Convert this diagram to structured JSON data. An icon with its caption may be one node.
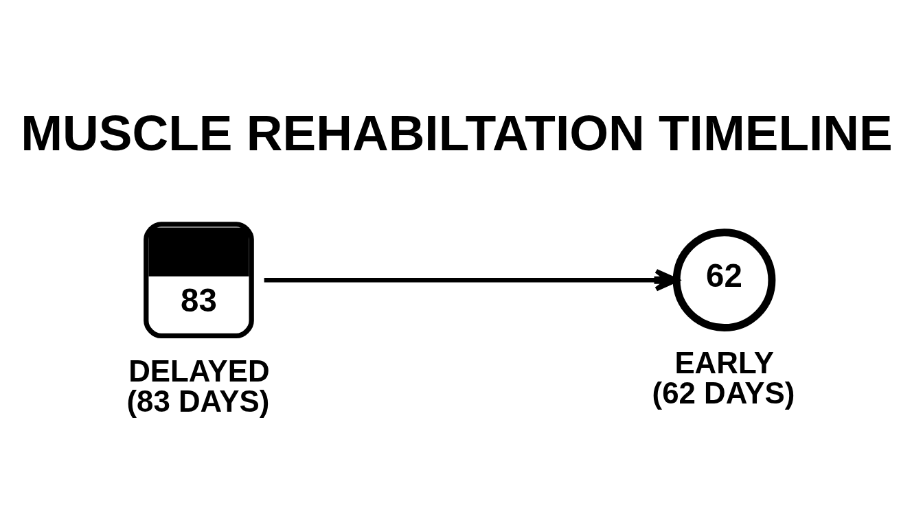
{
  "diagram": {
    "title": "MUSCLE REHABILTATION TIMELINE",
    "nodes": [
      {
        "text": [
          "83"
        ],
        "beside": [
          "DELAYED (83 DAYS)"
        ]
      },
      {
        "text": [
          "62"
        ],
        "beside": [
          "EARLY (62 DAYS)"
        ]
      }
    ],
    "edges": [
      {
        "from": 0,
        "to": 1,
        "arrow": "to"
      }
    ]
  }
}
